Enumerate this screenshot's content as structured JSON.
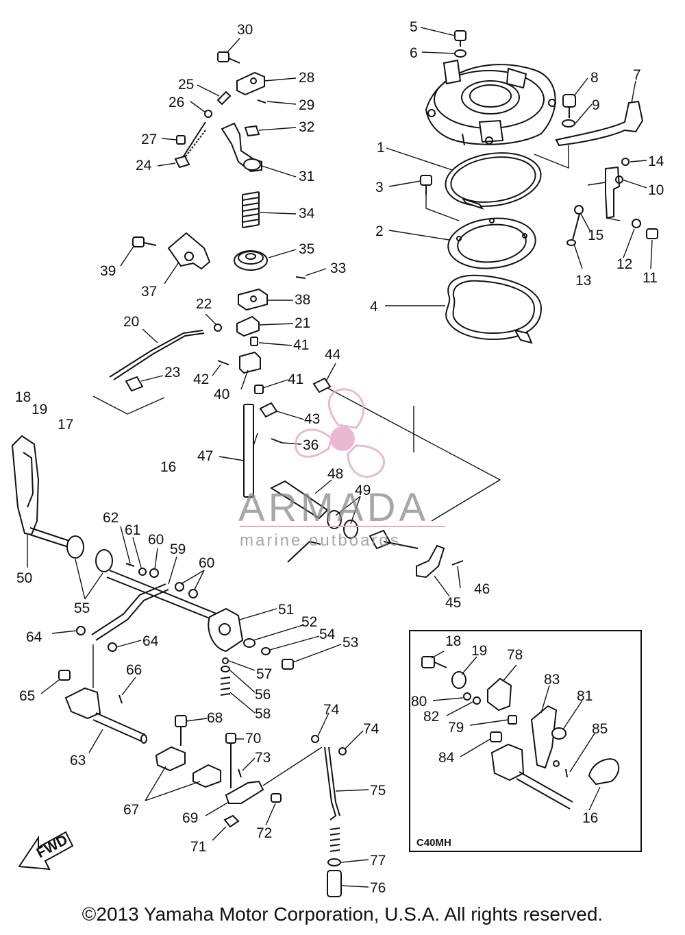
{
  "callouts": {
    "c1": "1",
    "c2": "2",
    "c3": "3",
    "c4": "4",
    "c5": "5",
    "c6": "6",
    "c7": "7",
    "c8": "8",
    "c9": "9",
    "c10": "10",
    "c11": "11",
    "c12": "12",
    "c13": "13",
    "c14": "14",
    "c15": "15",
    "c16": "16",
    "c17": "17",
    "c18": "18",
    "c19": "19",
    "c20": "20",
    "c21": "21",
    "c22": "22",
    "c23": "23",
    "c24": "24",
    "c25": "25",
    "c26": "26",
    "c27": "27",
    "c28": "28",
    "c29": "29",
    "c30": "30",
    "c31": "31",
    "c32": "32",
    "c33": "33",
    "c34": "34",
    "c35": "35",
    "c36": "36",
    "c37": "37",
    "c38": "38",
    "c39": "39",
    "c40": "40",
    "c41": "41",
    "c42": "42",
    "c43": "43",
    "c44": "44",
    "c45": "45",
    "c46": "46",
    "c47": "47",
    "c48": "48",
    "c49": "49",
    "c50": "50",
    "c51": "51",
    "c52": "52",
    "c53": "53",
    "c54": "54",
    "c55": "55",
    "c56": "56",
    "c57": "57",
    "c58": "58",
    "c59": "59",
    "c60": "60",
    "c61": "61",
    "c62": "62",
    "c63": "63",
    "c64": "64",
    "c65": "65",
    "c66": "66",
    "c67": "67",
    "c68": "68",
    "c69": "69",
    "c70": "70",
    "c71": "71",
    "c72": "72",
    "c73": "73",
    "c74": "74",
    "c75": "75",
    "c76": "76",
    "c77": "77",
    "c78": "78",
    "c79": "79",
    "c80": "80",
    "c81": "81",
    "c82": "82",
    "c83": "83",
    "c84": "84",
    "c85": "85"
  },
  "inset": {
    "title": "C40MH"
  },
  "fwd_arrow": "FWD",
  "watermark": {
    "brand": "ARMADA",
    "tagline": "marine outboards",
    "color": "#e8a6c6"
  },
  "copyright": "©2013 Yamaha Motor Corporation, U.S.A. All rights reserved."
}
